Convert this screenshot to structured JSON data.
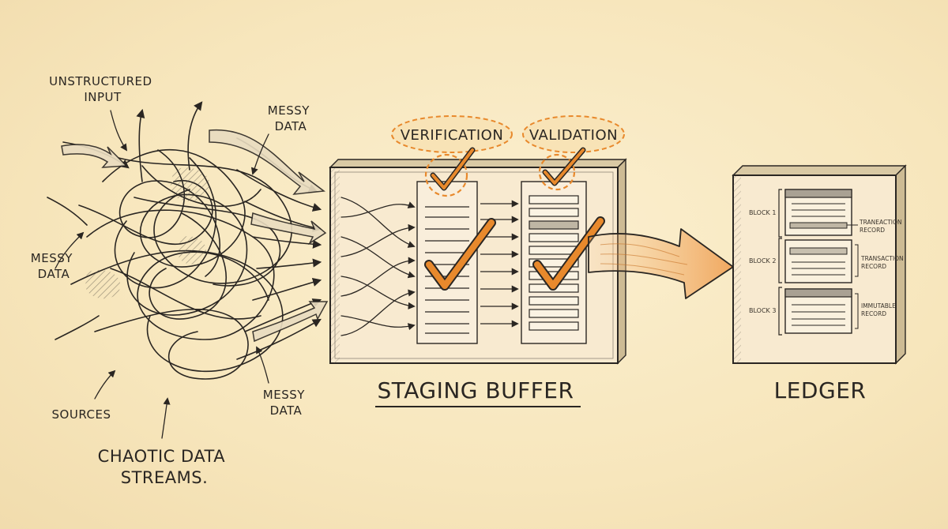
{
  "labels": {
    "unstructured_input": [
      "UNSTRUCTURED",
      "INPUT"
    ],
    "messy_data_top": [
      "MESSY",
      "DATA"
    ],
    "messy_data_left": [
      "MESSY",
      "DATA"
    ],
    "messy_data_bottom": [
      "MESSY",
      "DATA"
    ],
    "sources": "SOURCES",
    "chaotic_streams": [
      "CHAOTIC DATA",
      "STREAMS."
    ]
  },
  "staging": {
    "title": "STAGING BUFFER",
    "verification": "VERIFICATION",
    "validation": "VALIDATION"
  },
  "ledger": {
    "title": "LEDGER",
    "blocks": [
      {
        "name": "BLOCK 1",
        "record": [
          "TRANEACTION",
          "RECORD"
        ]
      },
      {
        "name": "BLOCK 2",
        "record": [
          "TRANSACTION",
          "RECORD"
        ]
      },
      {
        "name": "BLOCK 3",
        "record": [
          "IMMUTABLE",
          "RECORD"
        ]
      }
    ]
  },
  "colors": {
    "ink": "#2a2622",
    "accent": "#e8892c",
    "paper": "#f7e6bc"
  }
}
